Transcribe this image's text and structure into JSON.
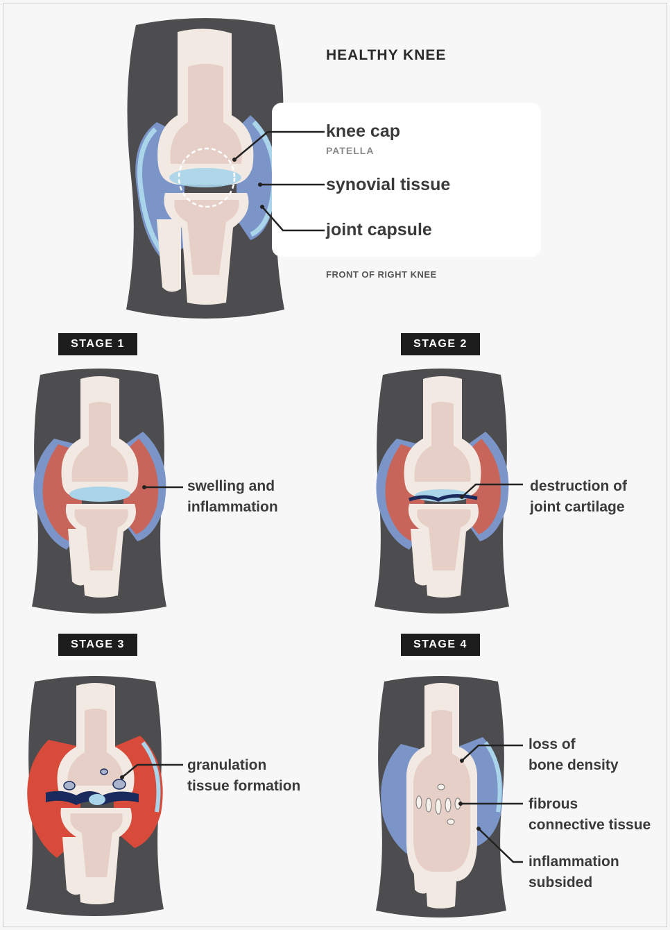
{
  "healthy": {
    "title": "HEALTHY KNEE",
    "labels": {
      "knee_cap": "knee cap",
      "patella": "PATELLA",
      "synovial": "synovial tissue",
      "capsule": "joint capsule"
    },
    "caption": "FRONT OF RIGHT KNEE"
  },
  "stages": [
    {
      "badge": "STAGE 1",
      "label_line1": "swelling and",
      "label_line2": "inflammation"
    },
    {
      "badge": "STAGE 2",
      "label_line1": "destruction of",
      "label_line2": "joint cartilage"
    },
    {
      "badge": "STAGE 3",
      "label_line1": "granulation",
      "label_line2": "tissue formation"
    },
    {
      "badge": "STAGE 4",
      "labels": [
        {
          "line1": "loss of",
          "line2": "bone density"
        },
        {
          "line1": "fibrous",
          "line2": "connective tissue"
        },
        {
          "line1": "inflammation",
          "line2": "subsided"
        }
      ]
    }
  ],
  "colors": {
    "leg": "#4d4d4f",
    "bone_outer": "#f2e9e2",
    "bone_inner": "#e5cfc6",
    "capsule_blue": "#7b95c8",
    "synovial_light": "#a9d4ea",
    "inflamed": "#c8655a",
    "inflamed_bright": "#d84a3a",
    "cartilage_dark": "#1a2a5c"
  }
}
